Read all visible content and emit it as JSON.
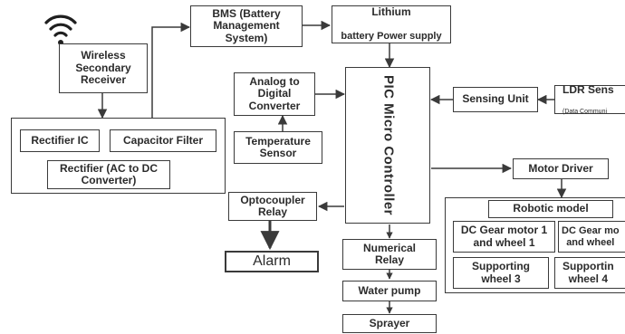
{
  "blocks": {
    "wireless_receiver": "Wireless\nSecondary\nReceiver",
    "bms": "BMS (Battery\nManagement\nSystem)",
    "lithium_supply_line1": "Lithium",
    "lithium_supply_line2": "battery Power supply",
    "adc": "Analog to\nDigital\nConverter",
    "temperature_sensor": "Temperature\nSensor",
    "pic_controller": "PIC Micro Controller",
    "sensing_unit": "Sensing Unit",
    "ldr_sensor": "LDR Sens",
    "ldr_sensor_sub": "(Data Communi",
    "rectifier_ic": "Rectifier IC",
    "capacitor_filter": "Capacitor Filter",
    "rectifier_ac_dc": "Rectifier (AC to DC\nConverter)",
    "motor_driver": "Motor Driver",
    "robotic_model": "Robotic model",
    "dc_motor_1": "DC Gear motor 1\nand wheel 1",
    "dc_motor_2": "DC Gear mo\nand wheel",
    "support_wheel_3": "Supporting\nwheel 3",
    "support_wheel_4": "Supportin\nwheel 4",
    "optocoupler_relay": "Optocoupler\nRelay",
    "alarm": "Alarm",
    "numerical_relay": "Numerical\nRelay",
    "water_pump": "Water pump",
    "sprayer": "Sprayer"
  },
  "icons": {
    "wireless": "wifi-icon"
  },
  "colors": {
    "stroke": "#3a3a3a",
    "text": "#2b2b2b"
  }
}
